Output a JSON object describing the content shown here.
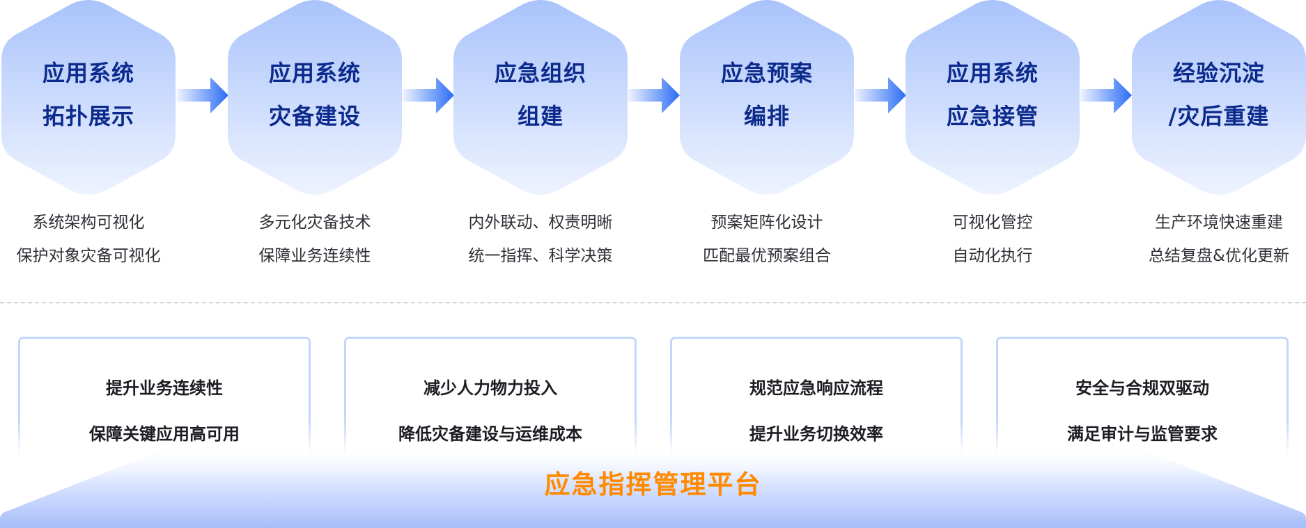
{
  "colors": {
    "hex_top": "#a9c3fb",
    "hex_bottom": "#eef3ff",
    "title_color": "#0b2a8c",
    "arrow_start": "#eef3ff",
    "arrow_end": "#2a6cf5",
    "platform_title_color": "#ff8a00",
    "platform_base": "#a7bdf9",
    "card_border": "#c4d6fb"
  },
  "steps": [
    {
      "title": [
        "应用系统",
        "拓扑展示"
      ],
      "desc": [
        "系统架构可视化",
        "保护对象灾备可视化"
      ]
    },
    {
      "title": [
        "应用系统",
        "灾备建设"
      ],
      "desc": [
        "多元化灾备技术",
        "保障业务连续性"
      ]
    },
    {
      "title": [
        "应急组织",
        "组建"
      ],
      "desc": [
        "内外联动、权责明晰",
        "统一指挥、科学决策"
      ]
    },
    {
      "title": [
        "应急预案",
        "编排"
      ],
      "desc": [
        "预案矩阵化设计",
        "匹配最优预案组合"
      ]
    },
    {
      "title": [
        "应用系统",
        "应急接管"
      ],
      "desc": [
        "可视化管控",
        "自动化执行"
      ]
    },
    {
      "title": [
        "经验沉淀",
        "/灾后重建"
      ],
      "desc": [
        "生产环境快速重建",
        "总结复盘&优化更新"
      ]
    }
  ],
  "arrow_icon": "right-arrow-icon",
  "benefits": [
    {
      "lines": [
        "提升业务连续性",
        "保障关键应用高可用"
      ]
    },
    {
      "lines": [
        "减少人力物力投入",
        "降低灾备建设与运维成本"
      ]
    },
    {
      "lines": [
        "规范应急响应流程",
        "提升业务切换效率"
      ]
    },
    {
      "lines": [
        "安全与合规双驱动",
        "满足审计与监管要求"
      ]
    }
  ],
  "platform": {
    "title": "应急指挥管理平台"
  }
}
